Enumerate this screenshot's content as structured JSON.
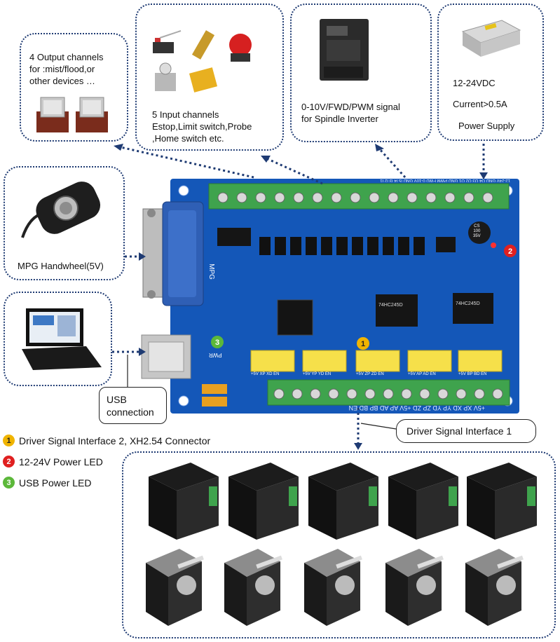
{
  "callouts": {
    "outputs": "4 Output channels\nfor :mist/flood,or\nother devices …",
    "inputs": "5 Input channels\nEstop,Limit switch,Probe\n,Home switch etc.",
    "spindle": "0-10V/FWD/PWM   signal\nfor Spindle Inverter",
    "power_voltage": "12-24VDC",
    "power_current": "Current>0.5A",
    "power_supply": "Power Supply",
    "mpg": "MPG Handwheel(5V)",
    "usb": "USB\nconnection",
    "driver_interface_1": "Driver Signal Interface 1"
  },
  "legend": [
    {
      "num": "1",
      "text": "Driver Signal Interface 2, XH2.54 Connector",
      "color": "#f0b400"
    },
    {
      "num": "2",
      "text": "12-24V Power LED",
      "color": "#e02020"
    },
    {
      "num": "3",
      "text": "USB Power LED",
      "color": "#5cb83a"
    }
  ],
  "board": {
    "silk_mpg": "MPG",
    "silk_pwr": "PWR",
    "silk_top": "12-24V  GND  O4  O3  O2  O1  GND  PWM  FWD  0-10V  GND  I5  I4  I3  I2  I1",
    "silk_bottom": "+5V  XP  XD  YP  YD  ZP  ZD  +5V  AP  AD  BP  BD  EN",
    "silk_x": "+5V XP XD EN",
    "silk_y": "+5V YP YD EN",
    "silk_z": "+5V ZP ZD EN",
    "silk_a": "+5V AP AD EN",
    "silk_b": "+5V BP BD EN",
    "chip_a": "74HC245D",
    "chip_b": "74HC245D",
    "cap": "CS\n100\n35V"
  },
  "colors": {
    "box_border": "#1f3b73",
    "pcb": "#1457b8",
    "terminal": "#3fa34d",
    "connector": "#f6e04a"
  }
}
